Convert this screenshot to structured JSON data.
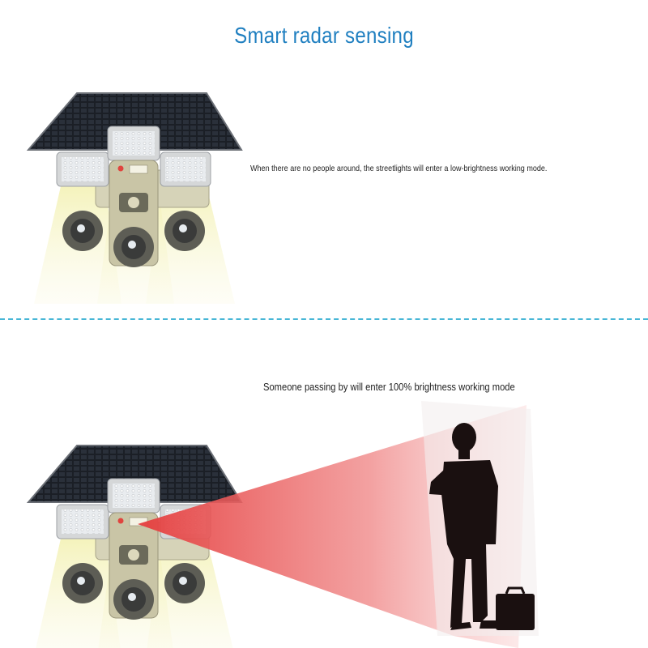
{
  "title": "Smart radar sensing",
  "section_low": {
    "caption": "When there are no people around, the streetlights will enter a low-brightness working mode."
  },
  "section_high": {
    "caption": "Someone passing by will enter 100% brightness working mode"
  },
  "colors": {
    "title": "#1f7fc0",
    "divider": "#47b6d6",
    "radar_beam": "#ee5a5a",
    "light_glow": "#f4f2b8",
    "panel": "#1b1f26",
    "housing": "#c9c5a6",
    "silhouette": "#1a1010"
  }
}
